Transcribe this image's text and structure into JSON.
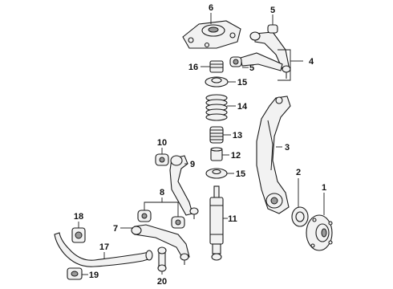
{
  "callouts": {
    "c1": "1",
    "c2": "2",
    "c3": "3",
    "c4": "4",
    "c5a": "5",
    "c5b": "5",
    "c6": "6",
    "c7": "7",
    "c8": "8",
    "c9": "9",
    "c10": "10",
    "c11": "11",
    "c12": "12",
    "c13": "13",
    "c14": "14",
    "c15a": "15",
    "c15b": "15",
    "c16": "16",
    "c17": "17",
    "c18": "18",
    "c19": "19",
    "c20": "20"
  }
}
